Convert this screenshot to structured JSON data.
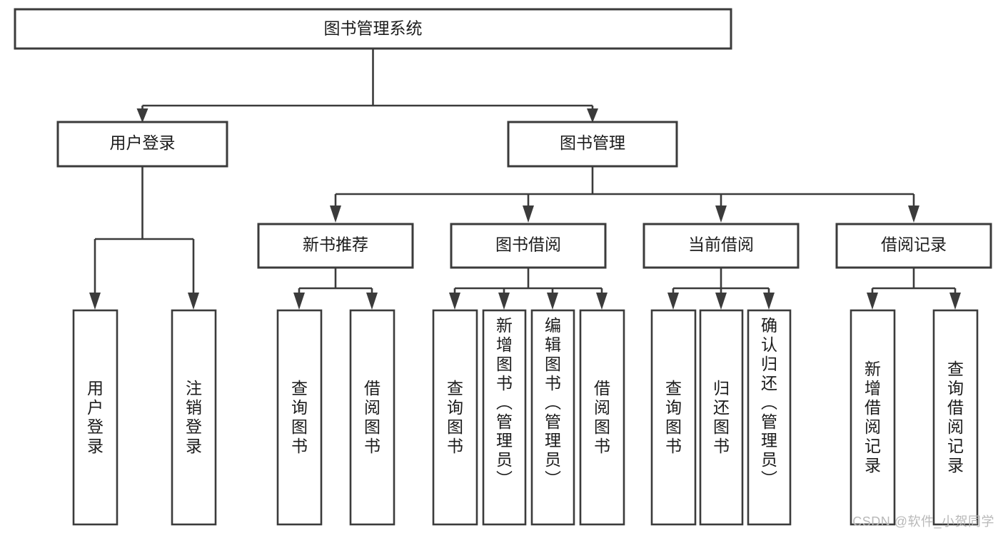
{
  "diagram": {
    "type": "tree",
    "title": "图书管理系统",
    "watermark": "CSDN @软件_小贺同学",
    "colors": {
      "box_stroke": "#3b3b3b",
      "box_fill": "#ffffff",
      "text": "#1b1b1b",
      "connector": "#3b3b3b",
      "watermark": "#b9b9b9",
      "background": "#ffffff"
    },
    "root": {
      "label": "图书管理系统"
    },
    "level2": [
      {
        "label": "用户登录"
      },
      {
        "label": "图书管理"
      }
    ],
    "level3": [
      {
        "label": "新书推荐"
      },
      {
        "label": "图书借阅"
      },
      {
        "label": "当前借阅"
      },
      {
        "label": "借阅记录"
      }
    ],
    "leaves": {
      "user_login": [
        {
          "label": "用户登录"
        },
        {
          "label": "注销登录"
        }
      ],
      "new_book_recommend": [
        {
          "label": "查询图书"
        },
        {
          "label": "借阅图书"
        }
      ],
      "book_borrow": [
        {
          "label": "查询图书"
        },
        {
          "label": "新增图书（管理员）"
        },
        {
          "label": "编辑图书（管理员）"
        },
        {
          "label": "借阅图书"
        }
      ],
      "current_borrow": [
        {
          "label": "查询图书"
        },
        {
          "label": "归还图书"
        },
        {
          "label": "确认归还（管理员）"
        }
      ],
      "borrow_record": [
        {
          "label": "新增借阅记录"
        },
        {
          "label": "查询借阅记录"
        }
      ]
    }
  }
}
